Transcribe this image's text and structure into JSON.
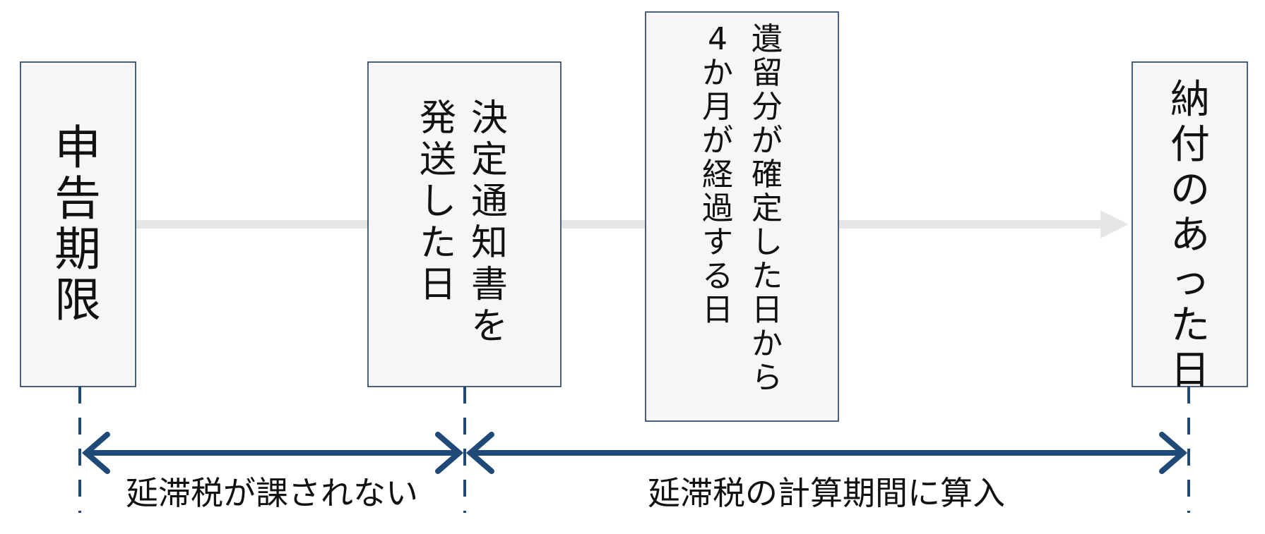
{
  "colors": {
    "box_fill": "#f6f6f6",
    "box_border": "#1f3a60",
    "timeline": "#e6e6e6",
    "accent": "#1f4a78",
    "text": "#111111"
  },
  "milestones": [
    {
      "id": "deadline",
      "columns": [
        "申告期限"
      ]
    },
    {
      "id": "notice",
      "columns": [
        "決定通知書を",
        "発送した日"
      ]
    },
    {
      "id": "four-months",
      "columns": [
        "遺留分が確定した日から",
        "4か月が経過する日"
      ]
    },
    {
      "id": "payment",
      "columns": [
        "納付のあった日"
      ]
    }
  ],
  "periods": [
    {
      "id": "no-delinquency-tax",
      "label": "延滞税が課されない"
    },
    {
      "id": "delinquency-tax-period",
      "label": "延滞税の計算期間に算入"
    }
  ]
}
